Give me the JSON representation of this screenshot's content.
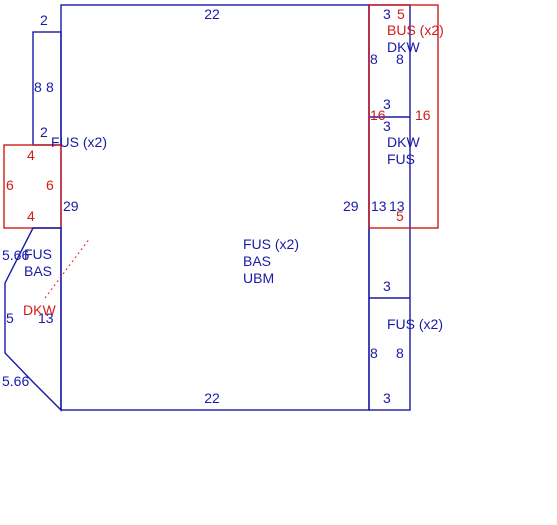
{
  "colors": {
    "outline_blue": "#1a1aa6",
    "outline_red": "#d21c1c",
    "background": "#ffffff"
  },
  "labels": {
    "main_top": "22",
    "main_bottom": "22",
    "main_left": "29",
    "main_right": "29",
    "main_codes": [
      "FUS (x2)",
      "BAS",
      "UBM"
    ],
    "notch_top": "2",
    "notch_side": "8",
    "notch_side2": "8",
    "notch_bottom": "2",
    "notch_code": "FUS (x2)",
    "red_left_top": "4",
    "red_left_left": "6",
    "red_left_right": "6",
    "red_left_bottom": "4",
    "bevel_top": "5.66",
    "bevel_bottom": "5.66",
    "bevel_left": "5",
    "bevel_right": "13",
    "bevel_codes": [
      "FUS",
      "BAS"
    ],
    "bevel_red_code": "DKW",
    "strip_top": "3",
    "strip_top_red": "5",
    "strip_upper_codes": [
      "BUS (x2)",
      "DKW"
    ],
    "strip_side_left": "8",
    "strip_side_right": "8",
    "strip_mid_top": "3",
    "strip_mid_top2": "3",
    "strip_red_left": "16",
    "strip_red_right": "16",
    "strip_mid_codes": [
      "DKW",
      "FUS"
    ],
    "strip_lower_left": "13",
    "strip_lower_right": "13",
    "strip_red_bottom": "5",
    "strip_low_top": "3",
    "strip_low_code": "FUS (x2)",
    "strip_low_left": "8",
    "strip_low_right": "8",
    "strip_low_bottom": "3"
  }
}
